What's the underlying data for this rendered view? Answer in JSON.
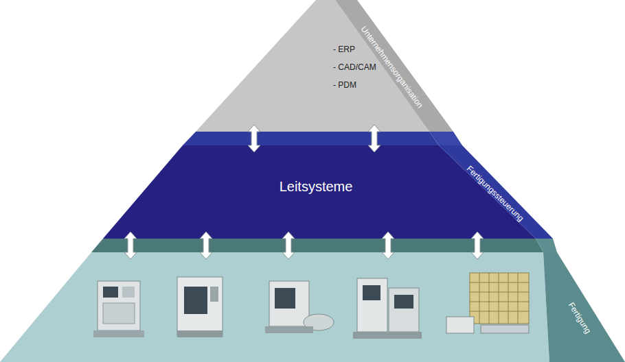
{
  "diagram": {
    "nodes": [
      {
        "text": [
          "Unternehmensorganisation",
          "- ERP",
          "- CAD/CAM",
          "- PDM"
        ]
      },
      {
        "text": [
          "Fertigungssteuerung",
          "Leitsysteme"
        ]
      },
      {
        "text": [
          "Fertigung"
        ]
      }
    ],
    "edges": [
      {
        "from": 0,
        "to": 1,
        "arrow": "both"
      },
      {
        "from": 0,
        "to": 1,
        "arrow": "both"
      },
      {
        "from": 1,
        "to": 2,
        "arrow": "both"
      },
      {
        "from": 1,
        "to": 2,
        "arrow": "both"
      },
      {
        "from": 1,
        "to": 2,
        "arrow": "both"
      },
      {
        "from": 1,
        "to": 2,
        "arrow": "both"
      },
      {
        "from": 1,
        "to": 2,
        "arrow": "both"
      }
    ]
  }
}
